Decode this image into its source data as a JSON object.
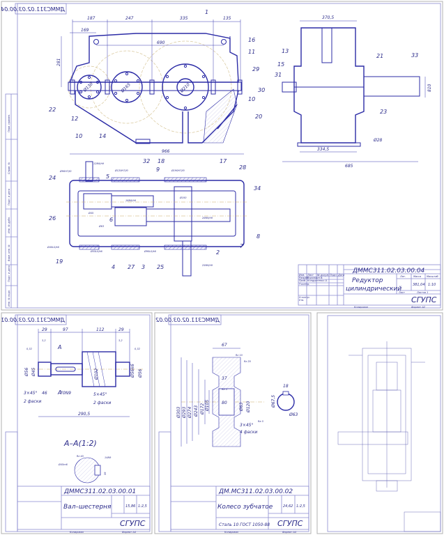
{
  "sheet_main": {
    "stamp": "ДММС311.02.03.00.04",
    "title_block": {
      "designation": "ДММС311.02.03.00.04",
      "name_line1": "Редуктор",
      "name_line2": "цилиндрический",
      "lit_label": "Лит.",
      "mass_label": "Масса",
      "scale_label": "Масштаб",
      "mass": "381,04",
      "scale": "1:10",
      "sheet_label": "Лист",
      "sheets_label": "Листов 1",
      "org": "СГУПС",
      "copied": "Копировал",
      "format": "Формат A2",
      "rows": [
        "Изм.",
        "Лист",
        "№ докум.",
        "Подп.",
        "Дата",
        "Разраб.",
        "Проб.",
        "Т.контр.",
        "Н.контр.",
        "Утв."
      ],
      "developer": "Воронкин В.",
      "checker": "Кондратенко А."
    },
    "side_labels": [
      "Перв. примен.",
      "Справ. №",
      "Подп. и дата",
      "Инв. № дубл.",
      "Взам. инв. №",
      "Подп. и дата",
      "Инв. № подл."
    ],
    "top_view_dims": [
      "187",
      "247",
      "335",
      "135",
      "169",
      "690",
      "281",
      "966",
      "Ø130",
      "Ø165",
      "Ø210"
    ],
    "side_view_dims": [
      "370,5",
      "810",
      "334,5",
      "685",
      "Ø28"
    ],
    "plan_view_dims": [
      "Ø90H7/l0",
      "12N9/h9",
      "Ø120H7/l0",
      "Ø190H7/l0",
      "16N9/h9",
      "Ø100",
      "Ø45",
      "Ø63",
      "28N9/h9",
      "Ø40L0/k6",
      "Ø55L0/k6",
      "Ø90L0/k6",
      "25N9/h9"
    ],
    "part_numbers": [
      "1",
      "16",
      "11",
      "29",
      "30",
      "10",
      "20",
      "22",
      "12",
      "10",
      "14",
      "13",
      "15",
      "31",
      "21",
      "33",
      "23",
      "24",
      "5",
      "32",
      "18",
      "9",
      "17",
      "28",
      "34",
      "26",
      "6",
      "8",
      "7",
      "19",
      "4",
      "27",
      "3",
      "25",
      "2"
    ]
  },
  "sheet_shaft": {
    "stamp": "ДММС311.02.03.00.01",
    "dims": [
      "29",
      "97",
      "112",
      "29",
      "0,32",
      "0,32",
      "3,2",
      "3,2",
      "Ø56",
      "Ø45",
      "Ø102",
      "Ø56k6",
      "Ø56",
      "3×45°",
      "46",
      "70N9",
      "5×45°",
      "2 фаски",
      "2 фаски",
      "290,5",
      "A",
      "A"
    ],
    "section_title": "А–А(1:2)",
    "section_dims": [
      "14N9",
      "Rz 40",
      "Ø45m6",
      "39"
    ],
    "title_block": {
      "designation": "ДММС311.02.03.00.01",
      "name": "Вал–шестерня",
      "mass": "15,86",
      "scale": "1:2,5",
      "org": "СГУПС",
      "copied": "Копировал",
      "format": "Формат A4"
    }
  },
  "sheet_gear": {
    "stamp": "ДММС311.02.03.00.02",
    "dims": [
      "67",
      "Rz 20",
      "Rz 10",
      "Ø303",
      "Ø293",
      "Ø274",
      "Ø243",
      "Ø172",
      "Ø105",
      "37",
      "Ra 5",
      "80",
      "Ø63",
      "Ø120",
      "3×45°",
      "4 фаски",
      "Ra 5",
      "18",
      "Ø67,5",
      "Ø63"
    ],
    "title_block": {
      "designation": "ДМ.МС311.02.03.00.02",
      "name": "Колесо зубчатое",
      "material": "Сталь 10  ГОСТ 1050-88",
      "mass": "24,62",
      "scale": "1:2,5",
      "org": "СГУПС",
      "copied": "Копировал",
      "format": "Формат A4"
    }
  },
  "colors": {
    "line": "#2b2ba6",
    "pitch": "#d8c79a",
    "frame": "#8a8ad0"
  }
}
